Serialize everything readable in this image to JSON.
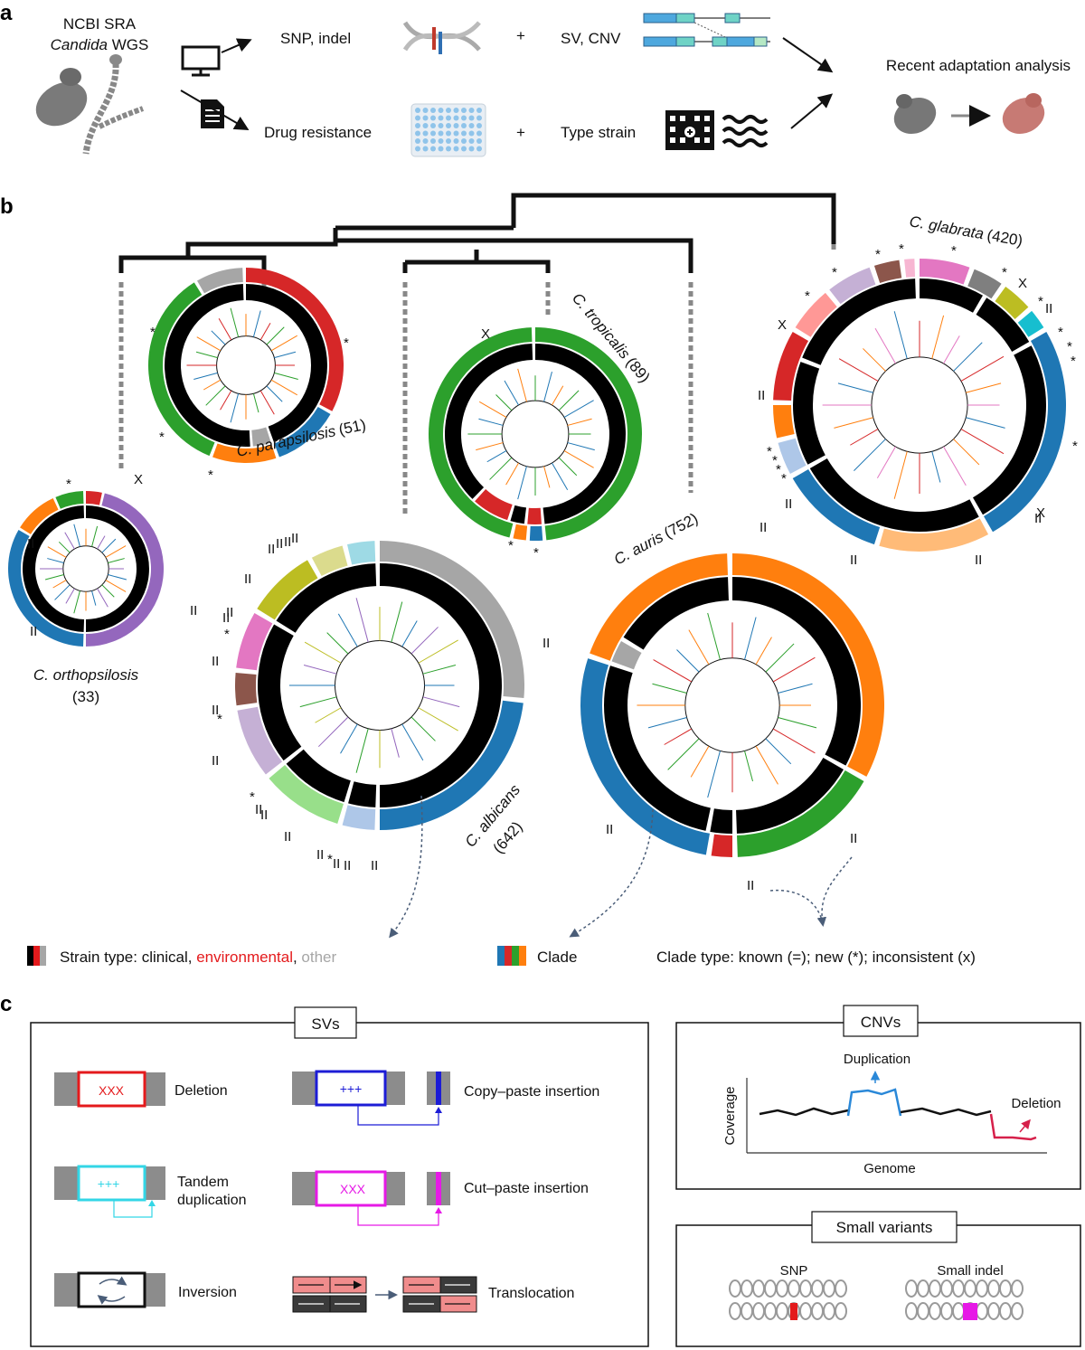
{
  "panel_a": {
    "letter": "a",
    "source_line1": "NCBI SRA",
    "source_line2": "Candida",
    "source_line2b": "WGS",
    "snp_indel": "SNP, indel",
    "sv_cnv": "SV, CNV",
    "drug_resistance": "Drug resistance",
    "type_strain": "Type strain",
    "plus": "+",
    "recent_adaptation": "Recent adaptation analysis",
    "icons": [
      "yeast-cells-icon",
      "computer-icon",
      "document-icon",
      "dna-helix-icon",
      "sv-tracks-icon",
      "well-plate-icon",
      "hospital-icon",
      "water-waves-icon",
      "yeast-adaptation-icon"
    ]
  },
  "panel_b": {
    "letter": "b",
    "species": [
      {
        "name": "C. parapsilosis",
        "count": "(51)"
      },
      {
        "name": "C. tropicalis",
        "count": "(89)"
      },
      {
        "name": "C. glabrata",
        "count": "(420)"
      },
      {
        "name": "C. orthopsilosis",
        "count": "(33)"
      },
      {
        "name": "C. albicans",
        "count": "(642)"
      },
      {
        "name": "C. auris",
        "count": "(752)"
      }
    ],
    "legend": {
      "strain_type_prefix": "Strain type: clinical, ",
      "environmental": "environmental",
      "comma": ", ",
      "other": "other",
      "clade": "Clade",
      "clade_type": "Clade type: known (=); new (*); inconsistent (x)"
    },
    "marks": {
      "star": "*",
      "x": "X",
      "eq": "II"
    },
    "colors": {
      "clinical": "#000000",
      "environmental": "#e41a1c",
      "other": "#a6a6a6",
      "blue": "#1f77b4",
      "orange": "#ff7f0e",
      "green": "#2ca02c",
      "red": "#d62728",
      "purple": "#9467bd",
      "grey": "#a6a6a6"
    }
  },
  "panel_c": {
    "letter": "c",
    "svs_title": "SVs",
    "deletion": "Deletion",
    "xxx": "XXX",
    "plus3": "+++",
    "tandem1": "Tandem",
    "tandem2": "duplication",
    "inversion": "Inversion",
    "copy_paste": "Copy–paste insertion",
    "cut_paste": "Cut–paste insertion",
    "translocation": "Translocation",
    "cnvs_title": "CNVs",
    "duplication": "Duplication",
    "cnv_deletion": "Deletion",
    "coverage": "Coverage",
    "genome": "Genome",
    "small_title": "Small variants",
    "snp": "SNP",
    "small_indel": "Small indel"
  }
}
